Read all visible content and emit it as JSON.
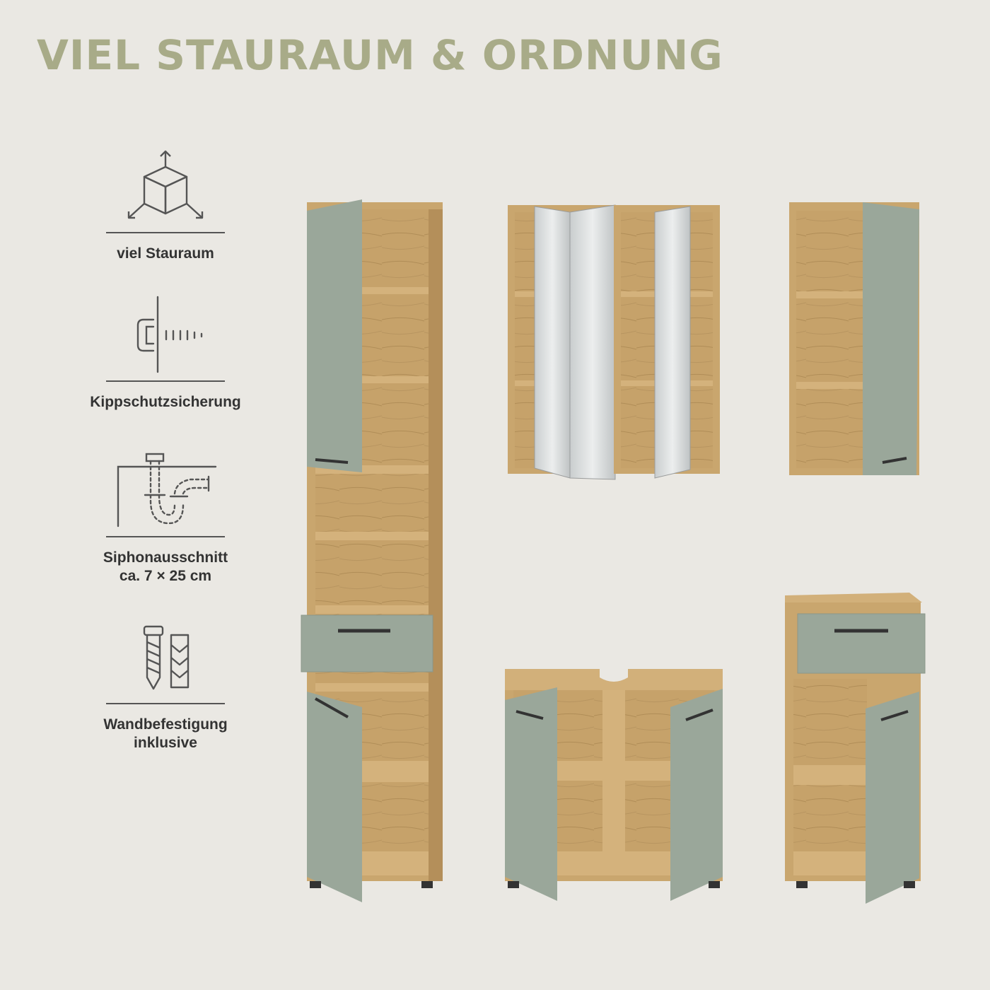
{
  "headline": "VIEL STAURAUM & ORDNUNG",
  "features": [
    {
      "icon": "storage-cube-icon",
      "label": "viel Stauraum"
    },
    {
      "icon": "anti-tip-screw-icon",
      "label": "Kippschutzsicherung"
    },
    {
      "icon": "siphon-pipe-icon",
      "label": "Siphonausschnitt",
      "label2": "ca. 7 × 25 cm"
    },
    {
      "icon": "wall-mount-screw-dowel-icon",
      "label": "Wandbefestigung",
      "label2": "inklusive"
    }
  ],
  "colors": {
    "background": "#eae8e3",
    "headline": "#a8ab88",
    "oak": "#c9a66e",
    "oak_dark": "#a6844f",
    "front_sage": "#9aa79a",
    "mirror": "#d7dadb",
    "icon_stroke": "#555555"
  }
}
